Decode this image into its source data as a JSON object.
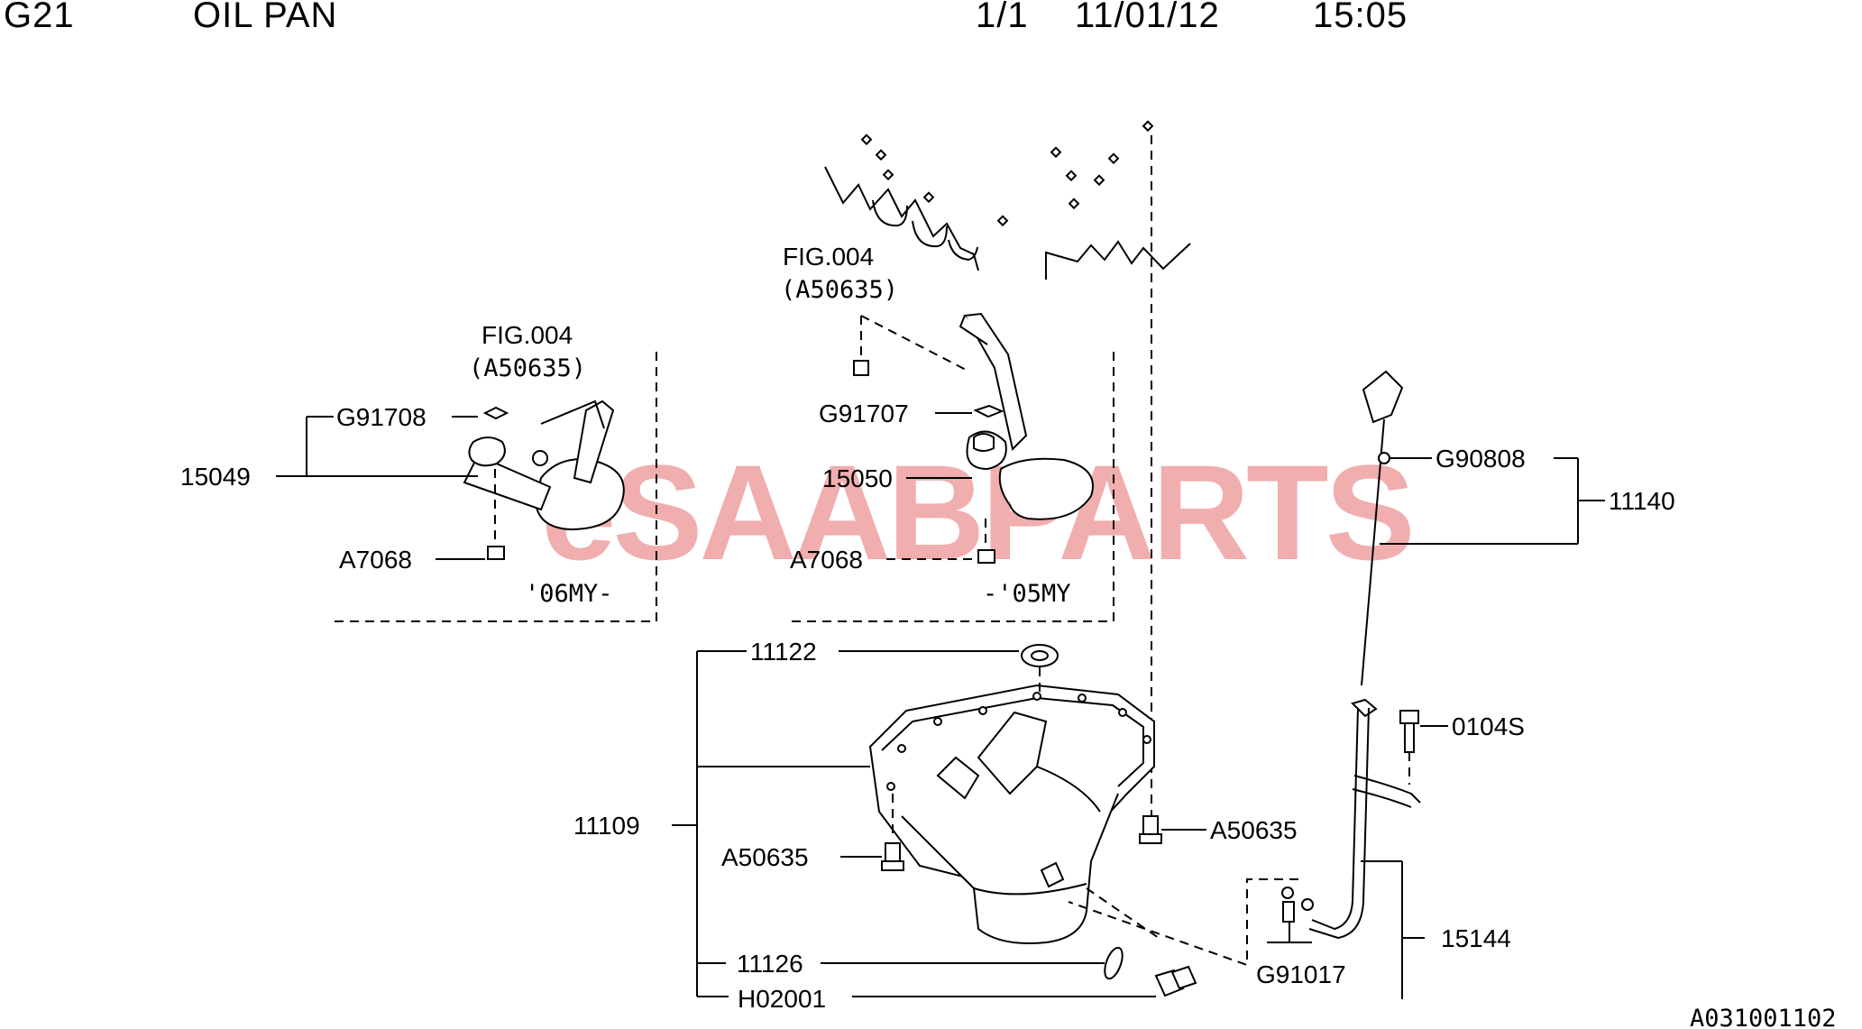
{
  "header": {
    "code": "G21",
    "title": "OIL PAN",
    "page": "1/1",
    "date": "11/01/12",
    "time": "15:05"
  },
  "watermark": "eSAABPARTS",
  "figure_id": "A031001102",
  "references": {
    "left": {
      "fig": "FIG.004",
      "ref": "(A50635)",
      "note": "'06MY-"
    },
    "middle": {
      "fig": "FIG.004",
      "ref": "(A50635)",
      "note": "-'05MY"
    }
  },
  "labels": {
    "g91708": "G91708",
    "p15049": "15049",
    "a7068_left": "A7068",
    "g91707": "G91707",
    "p15050": "15050",
    "a7068_mid": "A7068",
    "g90808": "G90808",
    "p11140": "11140",
    "p11122": "11122",
    "p0104s": "0104S",
    "p11109": "11109",
    "a50635_right": "A50635",
    "a50635_left": "A50635",
    "p15144": "15144",
    "p11126": "11126",
    "g91017": "G91017",
    "h02001": "H02001"
  }
}
